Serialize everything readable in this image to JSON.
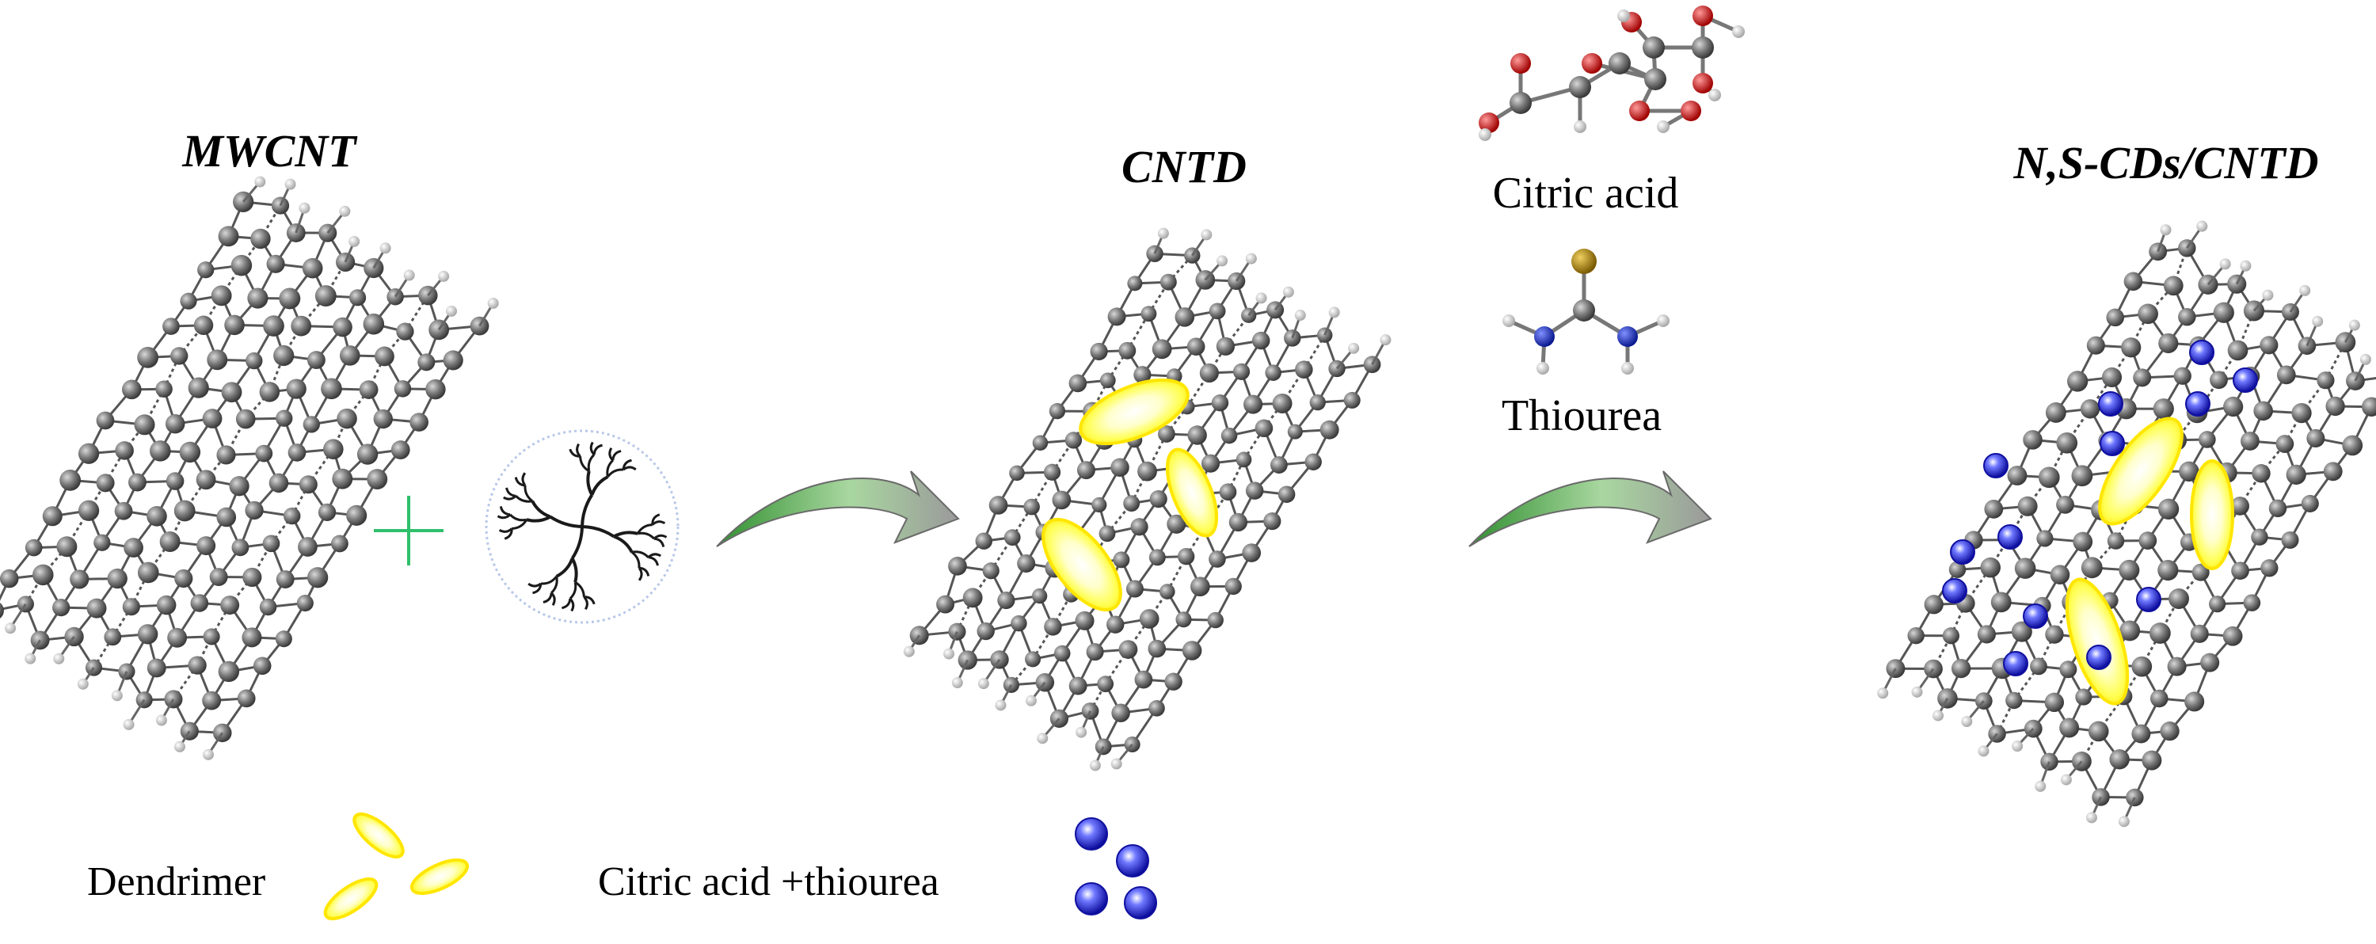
{
  "stages": {
    "mwcnt_title": "MWCNT",
    "cntd_title": "CNTD",
    "product_title": "N,S-CDs/CNTD"
  },
  "reagents": {
    "citric_acid": "Citric acid",
    "thiourea": "Thiourea"
  },
  "legend": {
    "dendrimer": "Dendrimer",
    "citric_thiourea": "Citric acid +thiourea"
  },
  "colors": {
    "carbon": "#6e6e6e",
    "hydrogen": "#dcdcdc",
    "dendrimer": "#ffff33",
    "dot": "#2222cc",
    "arrow": "#3c9a3c",
    "plus": "#2fbf6b",
    "oxygen": "#d40000",
    "sulfur": "#a88400",
    "nitrogen": "#1c2fb8"
  }
}
